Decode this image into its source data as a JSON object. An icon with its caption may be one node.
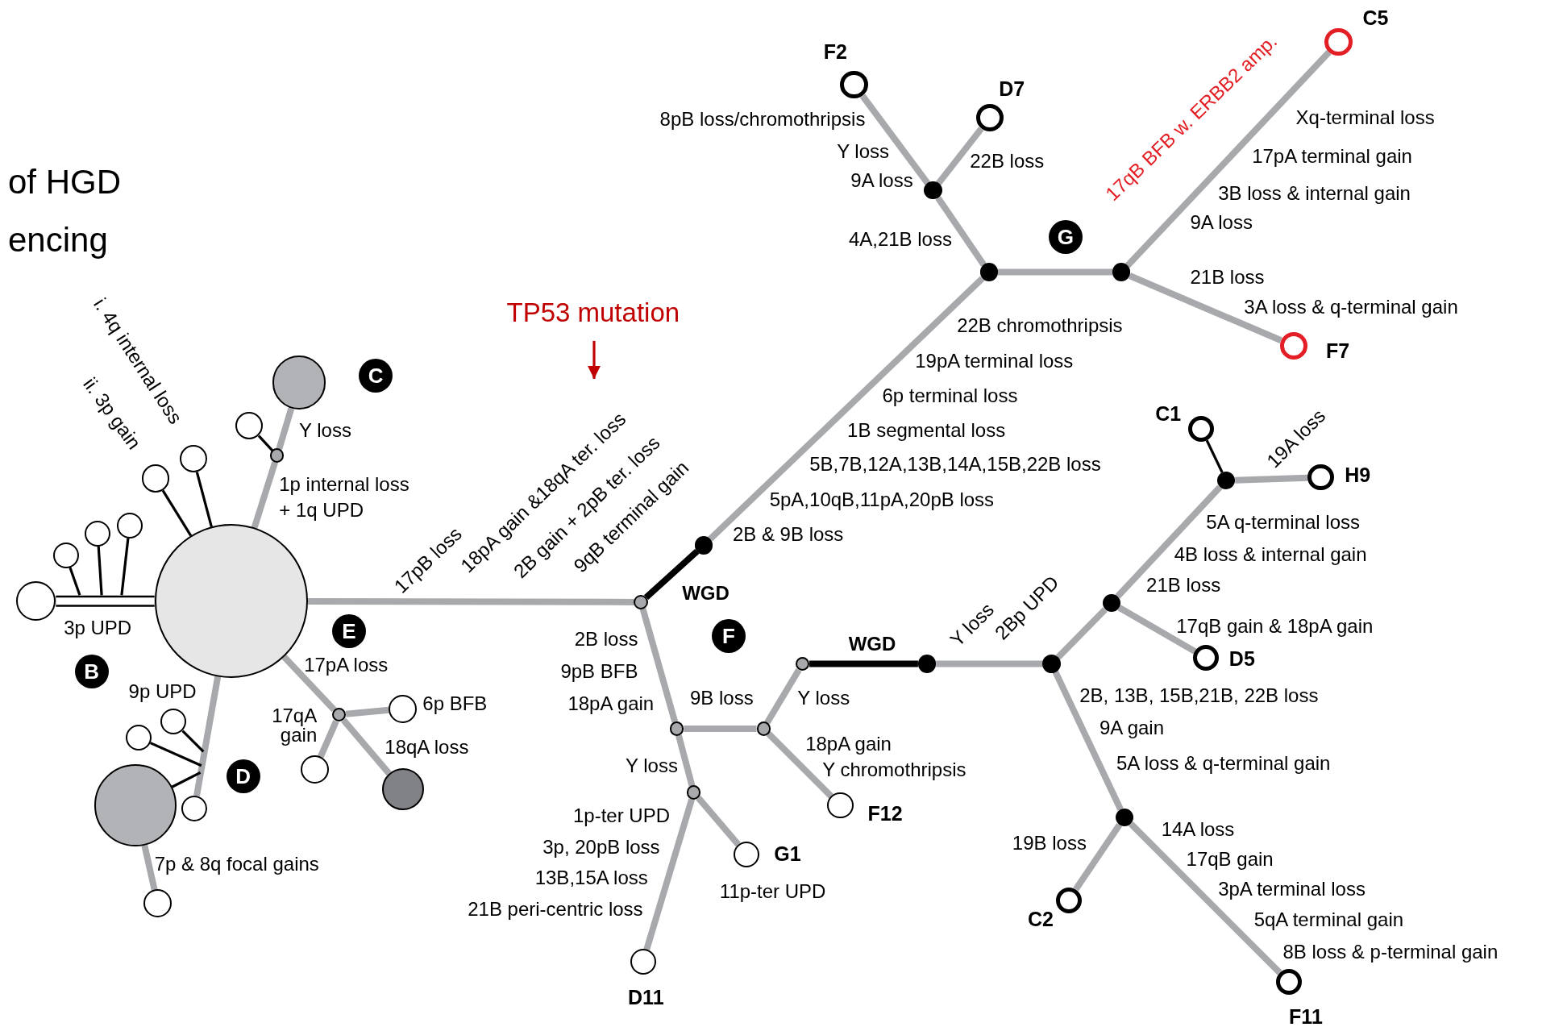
{
  "diagram": {
    "title": "of HGD encing",
    "nodes": [
      {
        "text": [],
        "shape": "circle"
      },
      {
        "text": [],
        "shape": "circle"
      },
      {
        "text": [],
        "shape": "circle"
      },
      {
        "text": [],
        "shape": "circle"
      },
      {
        "text": [],
        "shape": "circle"
      },
      {
        "text": [],
        "shape": "circle"
      },
      {
        "text": [],
        "shape": "circle"
      },
      {
        "text": [],
        "shape": "circle"
      },
      {
        "text": [],
        "shape": "circle"
      },
      {
        "text": [],
        "shape": "circle"
      },
      {
        "text": [
          "C"
        ]
      },
      {
        "text": [
          "E"
        ]
      },
      {
        "text": [
          "B"
        ]
      },
      {
        "text": [
          "D"
        ]
      },
      {
        "text": [],
        "shape": "circle"
      },
      {
        "text": [],
        "shape": "circle"
      },
      {
        "text": [],
        "shape": "circle"
      },
      {
        "text": [],
        "shape": "circle"
      },
      {
        "text": [],
        "shape": "circle"
      },
      {
        "text": [],
        "shape": "circle"
      },
      {
        "text": [],
        "shape": "circle"
      },
      {
        "text": [],
        "shape": "circle"
      },
      {
        "text": [],
        "shape": "circle"
      },
      {
        "text": [],
        "shape": "circle"
      },
      {
        "text": [],
        "shape": "circle"
      },
      {
        "text": [],
        "shape": "circle"
      },
      {
        "text": [],
        "shape": "circle"
      },
      {
        "text": [],
        "shape": "circle",
        "beside": [
          "F2"
        ]
      },
      {
        "text": [],
        "shape": "circle",
        "beside": [
          "D7"
        ]
      },
      {
        "text": [],
        "shape": "circle"
      },
      {
        "text": [],
        "shape": "circle",
        "beside": [
          "C5"
        ]
      },
      {
        "text": [],
        "shape": "circle",
        "beside": [
          "F7"
        ]
      },
      {
        "text": [],
        "shape": "circle"
      },
      {
        "text": [],
        "shape": "circle"
      },
      {
        "text": [],
        "shape": "circle"
      },
      {
        "text": [],
        "shape": "circle"
      },
      {
        "text": [],
        "shape": "circle"
      },
      {
        "text": [],
        "shape": "circle"
      },
      {
        "text": [],
        "shape": "circle"
      },
      {
        "text": [],
        "shape": "circle",
        "beside": [
          "C1"
        ]
      },
      {
        "text": [],
        "shape": "circle",
        "beside": [
          "H9"
        ]
      },
      {
        "text": [],
        "shape": "circle",
        "beside": [
          "D5"
        ]
      },
      {
        "text": [],
        "shape": "circle"
      },
      {
        "text": [],
        "shape": "circle",
        "beside": [
          "C2"
        ]
      },
      {
        "text": [],
        "shape": "circle",
        "beside": [
          "F11"
        ]
      },
      {
        "text": [],
        "shape": "circle",
        "beside": [
          "F12"
        ]
      },
      {
        "text": [],
        "shape": "circle"
      },
      {
        "text": [],
        "shape": "circle",
        "beside": [
          "G1"
        ]
      },
      {
        "text": [],
        "shape": "circle",
        "beside": [
          "D11"
        ]
      },
      {
        "text": [
          "F"
        ]
      },
      {
        "text": [
          "G"
        ]
      },
      {
        "text": [
          "TP53 mutation"
        ]
      }
    ],
    "edges": [
      {
        "from": 0,
        "to": 1,
        "arrow": "none",
        "color": "#ffffff"
      },
      {
        "from": 2,
        "to": null,
        "arrow": "none",
        "color": "#000000"
      },
      {
        "from": 3,
        "to": null,
        "arrow": "none",
        "color": "#000000"
      },
      {
        "from": 4,
        "to": null,
        "arrow": "none",
        "color": "#000000"
      },
      {
        "from": 0,
        "to": 5,
        "arrow": "none",
        "color": "#000000"
      },
      {
        "from": 0,
        "to": 6,
        "arrow": "none",
        "color": "#000000"
      },
      {
        "from": 0,
        "to": 8,
        "arrow": "none"
      },
      {
        "from": 8,
        "to": 9,
        "arrow": "none"
      },
      {
        "from": 8,
        "to": 7,
        "arrow": "none",
        "color": "#000000"
      },
      {
        "from": 0,
        "to": 14,
        "arrow": "none"
      },
      {
        "from": 15,
        "to": null,
        "arrow": "none",
        "color": "#000000"
      },
      {
        "from": 16,
        "to": null,
        "arrow": "none",
        "color": "#000000"
      },
      {
        "from": 17,
        "to": null,
        "arrow": "none",
        "color": "#000000"
      },
      {
        "from": 17,
        "to": 18,
        "arrow": "none"
      },
      {
        "from": 0,
        "to": 19,
        "arrow": "none"
      },
      {
        "from": 19,
        "to": 20,
        "arrow": "none"
      },
      {
        "from": 19,
        "to": 21,
        "arrow": "none"
      },
      {
        "from": 19,
        "to": 22,
        "arrow": "none"
      },
      {
        "from": 0,
        "to": 23,
        "arrow": "none"
      },
      {
        "from": 23,
        "to": 24,
        "arrow": "none",
        "color": "#000000"
      },
      {
        "from": 24,
        "to": 25,
        "arrow": "none"
      },
      {
        "from": 25,
        "to": 26,
        "arrow": "none"
      },
      {
        "from": 26,
        "to": 27,
        "arrow": "none"
      },
      {
        "from": 26,
        "to": 28,
        "arrow": "none"
      },
      {
        "from": 25,
        "to": 29,
        "arrow": "none"
      },
      {
        "from": 29,
        "to": 30,
        "arrow": "none"
      },
      {
        "from": 29,
        "to": 31,
        "arrow": "none"
      },
      {
        "from": 23,
        "to": 32,
        "arrow": "none"
      },
      {
        "from": 32,
        "to": 33,
        "arrow": "none"
      },
      {
        "from": 33,
        "to": 34,
        "arrow": "none"
      },
      {
        "from": 34,
        "to": 35,
        "arrow": "none",
        "color": "#000000"
      },
      {
        "from": 35,
        "to": 36,
        "arrow": "none"
      },
      {
        "from": 36,
        "to": 37,
        "arrow": "none"
      },
      {
        "from": 37,
        "to": 38,
        "arrow": "none"
      },
      {
        "from": 38,
        "to": 39,
        "arrow": "none",
        "color": "#000000"
      },
      {
        "from": 38,
        "to": 40,
        "arrow": "none"
      },
      {
        "from": 37,
        "to": 41,
        "arrow": "none"
      },
      {
        "from": 36,
        "to": 42,
        "arrow": "none"
      },
      {
        "from": 42,
        "to": 43,
        "arrow": "none"
      },
      {
        "from": 42,
        "to": 44,
        "arrow": "none"
      },
      {
        "from": 33,
        "to": 45,
        "arrow": "none"
      },
      {
        "from": 32,
        "to": 46,
        "arrow": "none"
      },
      {
        "from": 46,
        "to": 47,
        "arrow": "none"
      },
      {
        "from": 46,
        "to": 48,
        "arrow": "none"
      },
      {
        "from": 51,
        "to": null,
        "arrow": "to",
        "color": "#c00000"
      }
    ],
    "labels": [
      "i. 4q internal loss",
      "ii. 3p gain",
      "Y loss",
      "1p internal loss",
      "+ 1q UPD",
      "17pB loss",
      "18pA gain &18qA ter. loss",
      "2B gain + 2pB ter. loss",
      "9qB terminal gain",
      "WGD",
      "3p UPD",
      "17pA loss",
      "9p UPD",
      "17qA gain",
      "6p BFB",
      "18qA loss",
      "7p & 8q focal gains",
      "2B loss",
      "9pB BFB",
      "18pA gain",
      "9B loss",
      "Y loss",
      "1p-ter UPD",
      "3p, 20pB loss",
      "13B,15A loss",
      "21B peri-centric loss",
      "Y loss",
      "18pA gain",
      "Y chromothripsis",
      "11p-ter UPD",
      "WGD",
      "Y loss",
      "2Bp UPD",
      "8pB loss/chromothripsis",
      "Y loss",
      "9A loss",
      "22B loss",
      "4A,21B loss",
      "17qB BFB w. ERBB2 amp.",
      "Xq-terminal loss",
      "17pA terminal gain",
      "3B loss & internal gain",
      "9A loss",
      "21B loss",
      "3A loss & q-terminal gain",
      "22B chromothripsis",
      "19pA terminal loss",
      "6p terminal loss",
      "1B segmental loss",
      "5B,7B,12A,13B,14A,15B,22B loss",
      "5pA,10qB,11pA,20pB loss",
      "2B & 9B loss",
      "19A loss",
      "5A q-terminal loss",
      "4B loss & internal gain",
      "21B loss",
      "17qB gain & 18pA gain",
      "2B, 13B, 15B,21B, 22B loss",
      "9A gain",
      "5A loss & q-terminal gain",
      "19B loss",
      "14A loss",
      "17qB gain",
      "3pA terminal loss",
      "5qA terminal gain",
      "8B loss & p-terminal gain"
    ]
  }
}
